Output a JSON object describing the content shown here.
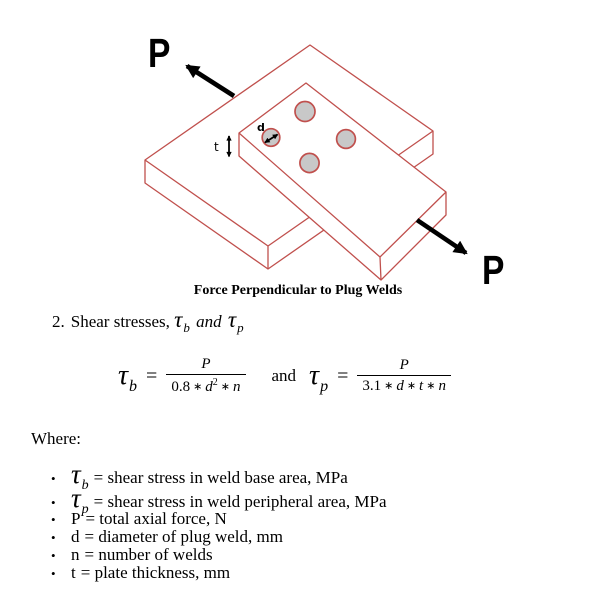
{
  "diagram": {
    "caption": "Force Perpendicular to Plug Welds",
    "force_label": "P",
    "thickness_label": "t",
    "diameter_label": "d",
    "colors": {
      "plate_outline": "#C0504D",
      "weld_fill": "#C8C8C8",
      "plate_fill": "#FFFFFF",
      "arrow": "#000000"
    }
  },
  "heading": {
    "number": "2.",
    "text": "Shear stresses,",
    "tau": "τ",
    "sub_b": "b",
    "and_word": "and",
    "sub_p": "p"
  },
  "formulas": {
    "tau": "τ",
    "sub_b": "b",
    "sub_p": "p",
    "equals": "=",
    "numerator": "P",
    "star": "∗",
    "connector": "and",
    "f1": {
      "coeff": "0.8",
      "var1": "d",
      "sup": "2",
      "var2": "n"
    },
    "f2": {
      "coeff": "3.1",
      "var1": "d",
      "var2": "t",
      "var3": "n"
    }
  },
  "where_label": "Where:",
  "bullet_char": "•",
  "bullets": [
    {
      "symbol": "τ",
      "sub": "b",
      "text": "= shear stress in weld base area, MPa"
    },
    {
      "symbol": "τ",
      "sub": "p",
      "text": "= shear stress in weld peripheral area, MPa"
    },
    {
      "symbol": "P",
      "sub": "",
      "text": "= total axial force, N"
    },
    {
      "symbol": "d",
      "sub": "",
      "text": "= diameter of plug weld, mm"
    },
    {
      "symbol": "n",
      "sub": "",
      "text": "= number of welds"
    },
    {
      "symbol": "t",
      "sub": "",
      "text": "= plate thickness, mm"
    }
  ]
}
